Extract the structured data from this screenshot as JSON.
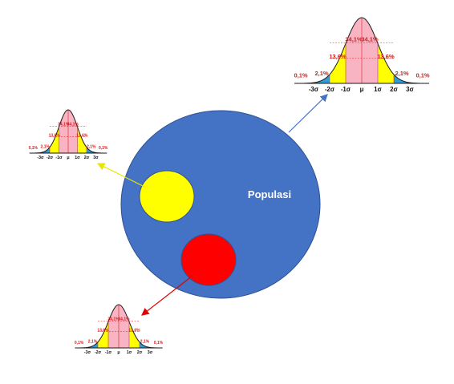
{
  "colors": {
    "population": "#4472c4",
    "population_stroke": "#2f528f",
    "sample_a": "#ffff00",
    "sample_b": "#ff0000",
    "band_inner": "#f9b4c4",
    "band_middle": "#ffff00",
    "band_outer": "#2f9bd8",
    "arrow_top": "#4472c4",
    "arrow_left": "#e6e600",
    "arrow_bottom": "#e00000"
  },
  "population": {
    "label": "Populasi"
  },
  "distribution": {
    "shape": "normal-bell-curve",
    "percent_inner": "34,1%",
    "percent_middle": "13,6%",
    "percent_tail": "2,1%",
    "percent_outer": "0,1%",
    "ticks": [
      "-3σ",
      "-2σ",
      "-1σ",
      "μ",
      "1σ",
      "2σ",
      "3σ"
    ]
  }
}
